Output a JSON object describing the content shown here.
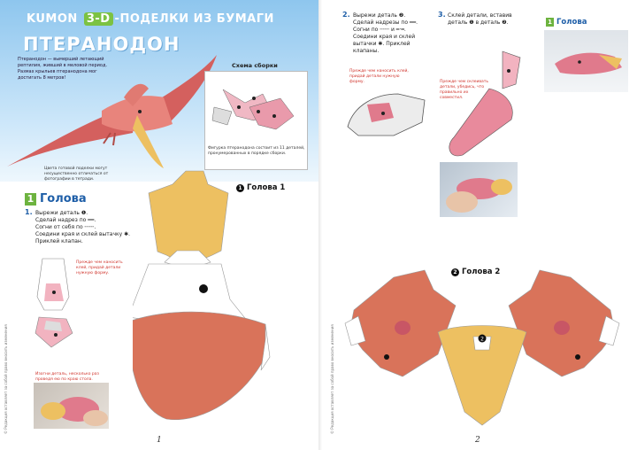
{
  "left_page": {
    "brand": {
      "prefix": "KUMON",
      "badge": "3-D",
      "suffix": "-ПОДЕЛКИ ИЗ БУМАГИ"
    },
    "title": "ПТЕРАНОДОН",
    "intro": "Птеранодон — вымерший летающий рептилия, живший в меловой период. Размах крыльев птеранодона мог достигать 8 метров!",
    "color_note": "Цвета готовой поделки могут несущественно отличаться от фотографии в тетради.",
    "scheme": {
      "title": "Схема сборки",
      "caption": "Фигурка птеранодона состоит из 11 деталей, пронумерованных в порядке сборки."
    },
    "section": {
      "number": "1",
      "title": "Голова"
    },
    "step1": {
      "number": "1.",
      "lines": [
        "Вырежи деталь ❶.",
        "Сделай надрез по ━━.",
        "Согни от себя по ╌╌╌.",
        "Соедини края и склей вытачку ✱.",
        "Приклей клапан."
      ],
      "note": "Прежде чем наносить клей, придай детали нужную форму.",
      "photo_note": "Изогни деталь, несколько раз проведя ею по краю стола."
    },
    "part1": {
      "number": "1",
      "label": "Голова 1"
    },
    "page_number": "1",
    "footer": "© Редакция оставляет за собой право вносить изменения"
  },
  "right_page": {
    "step2": {
      "number": "2.",
      "lines": [
        "Вырежи деталь ❷.",
        "Сделай надрезы по ━━.",
        "Согни по ╌╌╌ и ━·━.",
        "Соедини края и склей",
        "вытачки ✱. Приклей",
        "клапаны."
      ],
      "note": "Прежде чем наносить клей, придай детали нужную форму."
    },
    "step3": {
      "number": "3.",
      "lines": [
        "Склей детали, вставив",
        "деталь ❶ в деталь ❷."
      ],
      "note": "Прежде чем склеивать детали, убедись, что правильно их совместил."
    },
    "section": {
      "number": "1",
      "title": "Голова"
    },
    "part2": {
      "number": "2",
      "label": "Голова 2"
    },
    "page_number": "2",
    "footer": "© Редакция оставляет за собой право вносить изменения"
  },
  "colors": {
    "accent_blue": "#1f5fa8",
    "badge_green": "#6db33f",
    "note_red": "#d0342c",
    "part_coral": "#d9735a",
    "part_yellow": "#edc061",
    "sky": "#8ec6ee"
  }
}
